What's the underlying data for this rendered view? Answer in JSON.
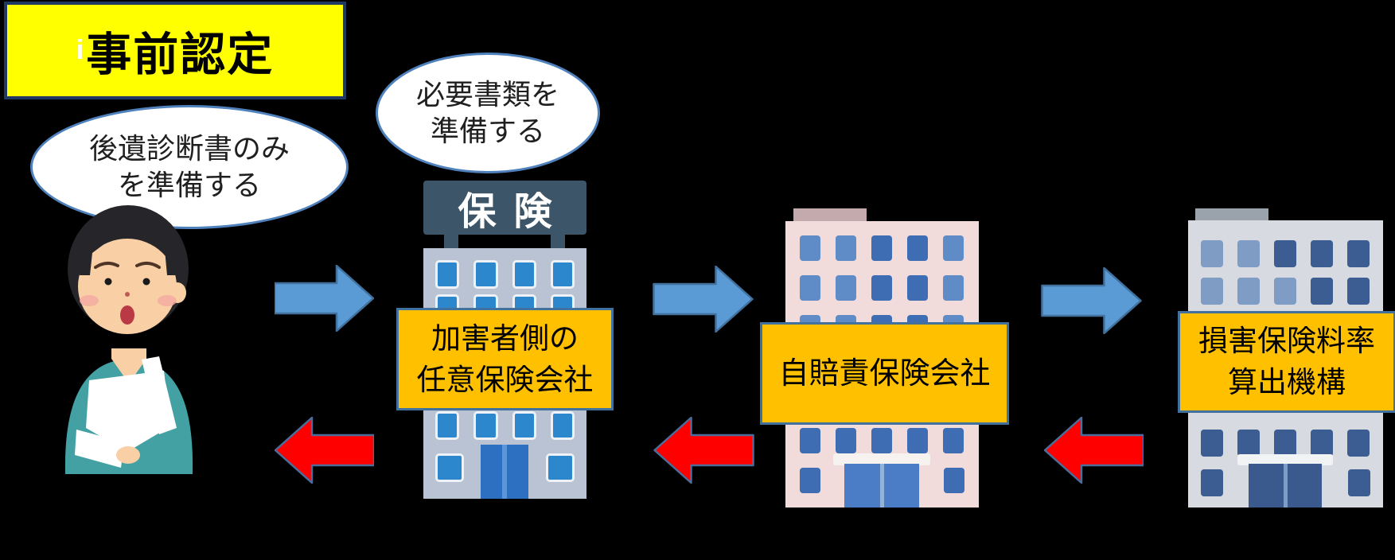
{
  "diagram": {
    "title": "事前認定",
    "title_artifact": "i",
    "speech_bubbles": [
      {
        "speaker": "injured-person",
        "line1": "後遺診断書のみ",
        "line2": "を準備する"
      },
      {
        "speaker": "voluntary-insurer",
        "line1": "必要書類を",
        "line2": "準備する"
      }
    ],
    "nodes": [
      {
        "id": "injured-person",
        "type": "person"
      },
      {
        "id": "voluntary-insurer",
        "type": "building",
        "sign": "保険",
        "label_line1": "加害者側の",
        "label_line2": "任意保険会社"
      },
      {
        "id": "jibaiseki-insurer",
        "type": "building",
        "label_line1": "自賠責保険会社"
      },
      {
        "id": "rating-organization",
        "type": "building",
        "label_line1": "損害保険料率",
        "label_line2": "算出機構"
      }
    ],
    "flows": {
      "forward": [
        "injured-person → voluntary-insurer",
        "voluntary-insurer → jibaiseki-insurer",
        "jibaiseki-insurer → rating-organization"
      ],
      "return": [
        "rating-organization → jibaiseki-insurer",
        "jibaiseki-insurer → voluntary-insurer",
        "voluntary-insurer → injured-person"
      ]
    }
  },
  "colors": {
    "background": "#000000",
    "title_bg": "#ffff00",
    "title_border": "#1f3864",
    "label_bg": "#ffc000",
    "label_border": "#41719c",
    "bubble_border": "#4f81bd",
    "arrow_forward": "#5b9bd5",
    "arrow_forward_border": "#41719c",
    "arrow_return": "#ff0000",
    "arrow_return_border": "#4a6d9b"
  }
}
